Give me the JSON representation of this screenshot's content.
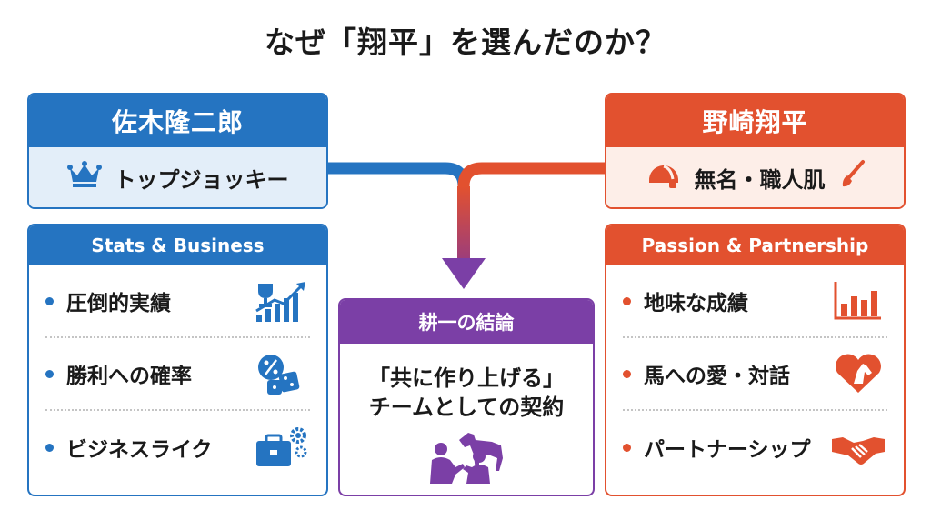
{
  "title": "なぜ「翔平」を選んだのか？",
  "left": {
    "name": "佐木隆二郎",
    "tagline": "トップジョッキー",
    "panel_title": "Stats & Business",
    "items": [
      "圧倒的実績",
      "勝利への確率",
      "ビジネスライク"
    ]
  },
  "right": {
    "name": "野崎翔平",
    "tagline": "無名・職人肌",
    "panel_title": "Passion & Partnership",
    "items": [
      "地味な成績",
      "馬への愛・対話",
      "パートナーシップ"
    ]
  },
  "conclusion": {
    "title": "耕一の結論",
    "line1": "「共に作り上げる」",
    "line2": "チームとしての契約"
  },
  "colors": {
    "blue": "#2574c1",
    "red": "#e2512f",
    "purple": "#7b3fa6",
    "blue_light": "#e3eef9",
    "red_light": "#fdeee8"
  },
  "icons": {
    "left_tagline": "crown-icon",
    "right_tagline": [
      "helmet-icon",
      "brush-icon"
    ],
    "left_items": [
      "trophy-growth-chart-icon",
      "percent-dice-icon",
      "briefcase-gears-icon"
    ],
    "right_items": [
      "bar-chart-icon",
      "heart-horse-icon",
      "handshake-icon"
    ],
    "conclusion": "people-horse-icon"
  }
}
